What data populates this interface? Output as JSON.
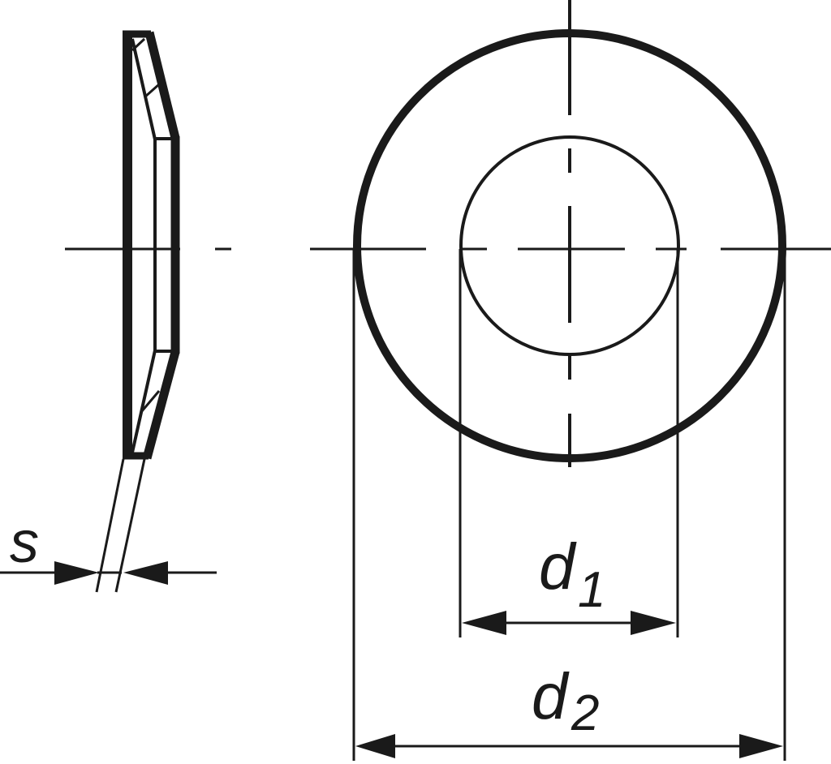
{
  "drawing": {
    "subject": "disc spring / conical washer",
    "views": [
      "side-section",
      "front"
    ],
    "ink_color": "#1a1a1a",
    "background": "#ffffff"
  },
  "labels": {
    "thickness": "s",
    "inner_diameter_symbol": "d",
    "inner_diameter_sub": "1",
    "outer_diameter_symbol": "d",
    "outer_diameter_sub": "2"
  }
}
